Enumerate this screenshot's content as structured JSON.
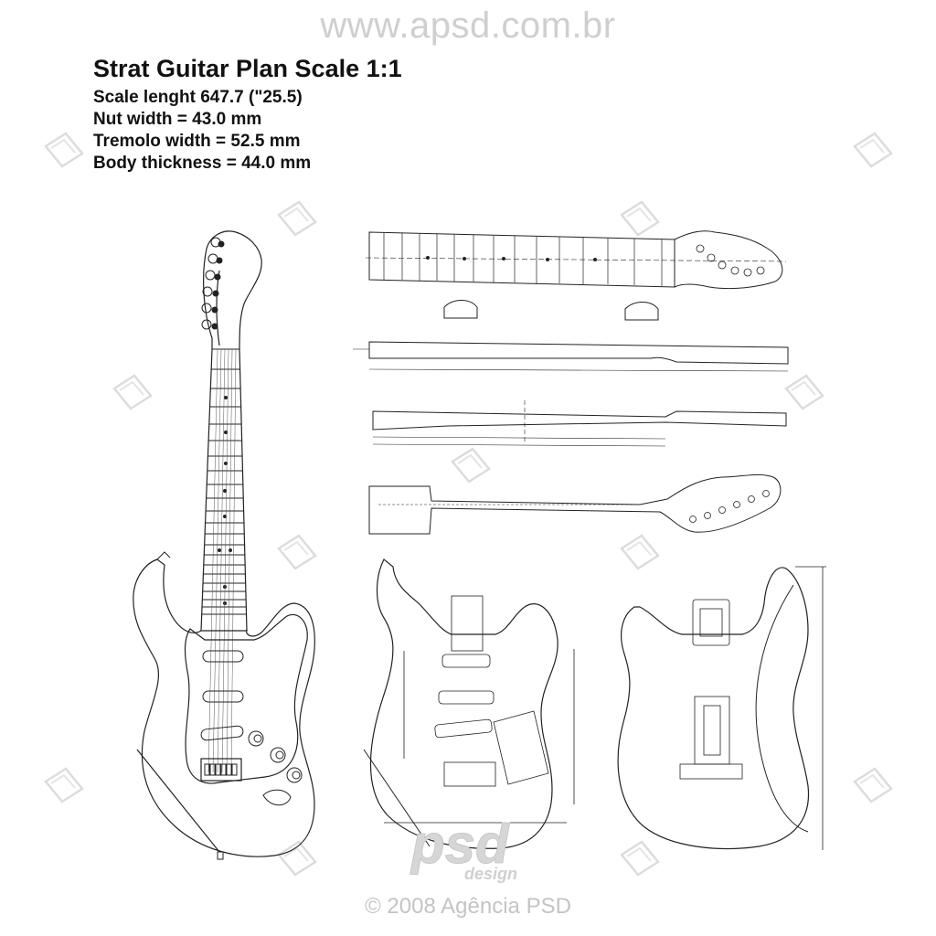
{
  "watermark_url": "www.apsd.com.br",
  "title": "Strat Guitar Plan Scale 1:1",
  "specs": {
    "scale_length": "Scale lenght 647.7 (\"25.5)",
    "nut_width": "Nut width = 43.0 mm",
    "tremolo_width": "Tremolo width = 52.5 mm",
    "body_thickness": "Body thickness = 44.0 mm"
  },
  "logo": {
    "mark": "psd",
    "subtitle": "design"
  },
  "copyright": "© 2008 Agência PSD",
  "icons": [
    "diamond-watermark-icon"
  ],
  "colors": {
    "line": "#222222",
    "watermark": "#cfcfcf"
  }
}
